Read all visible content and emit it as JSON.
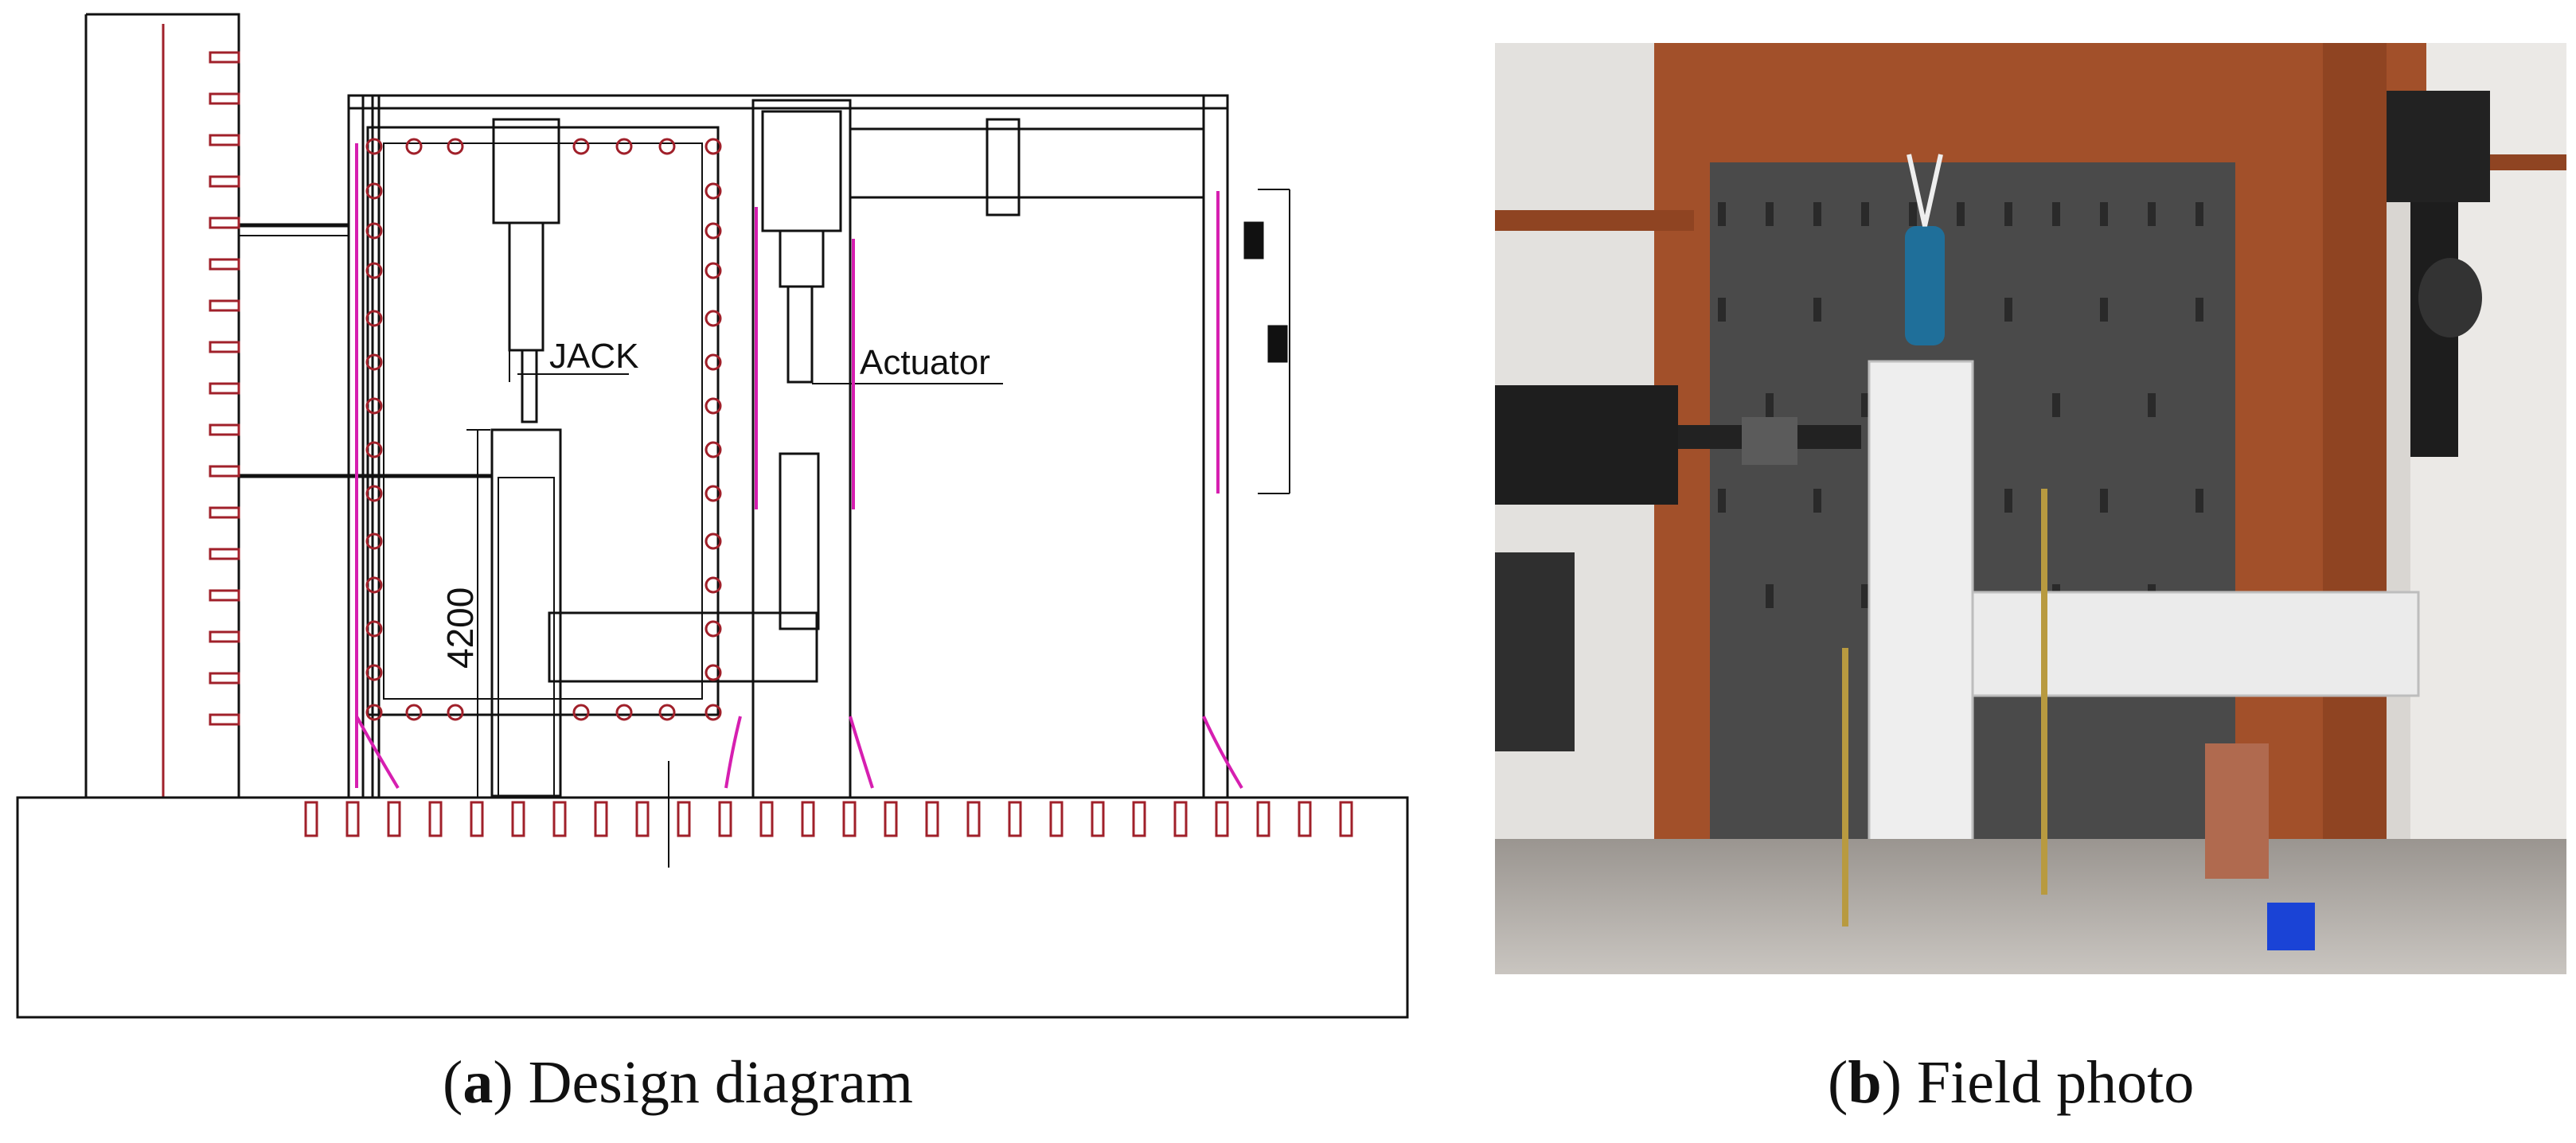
{
  "panel_a": {
    "labels": {
      "jack": "JACK",
      "actuator": "Actuator",
      "height": "4200"
    },
    "caption": {
      "letter": "a",
      "text": "Design diagram"
    }
  },
  "panel_b": {
    "caption": {
      "letter": "b",
      "text": "Field photo"
    }
  },
  "colors": {
    "line": "#111111",
    "bolt": "#a0202a",
    "weld": "#d61fb0",
    "steel_rust": "#a2502a",
    "reaction_wall": "#4a4a4a",
    "specimen": "#eeeeee",
    "jack_cylinder": "#1f6f9a"
  }
}
